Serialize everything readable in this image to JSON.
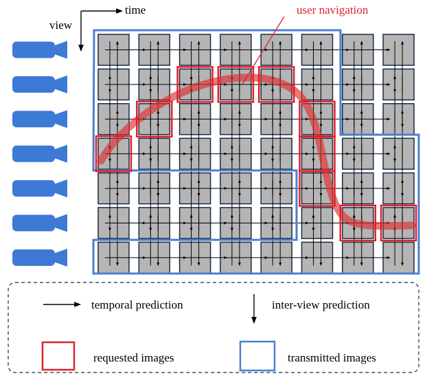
{
  "labels": {
    "time": "time",
    "view": "view",
    "user_navigation": "user navigation"
  },
  "legend": {
    "temporal": "temporal prediction",
    "interview": "inter-view prediction",
    "requested": "requested images",
    "transmitted": "transmitted images"
  },
  "grid": {
    "views": 7,
    "times": 8
  },
  "requested_cells": [
    [
      3,
      0
    ],
    [
      2,
      1
    ],
    [
      1,
      2
    ],
    [
      1,
      3
    ],
    [
      1,
      4
    ],
    [
      2,
      5
    ],
    [
      3,
      5
    ],
    [
      4,
      5
    ],
    [
      5,
      6
    ],
    [
      5,
      7
    ]
  ],
  "colors": {
    "frame_fill": "#b5b5b5",
    "frame_border": "#1a2a44",
    "requested": "#e0202a",
    "transmitted": "#4a7fd0",
    "navigation_path": "#e03030",
    "camera": "#3d7ad6"
  },
  "icons": [
    "camera-icon"
  ]
}
